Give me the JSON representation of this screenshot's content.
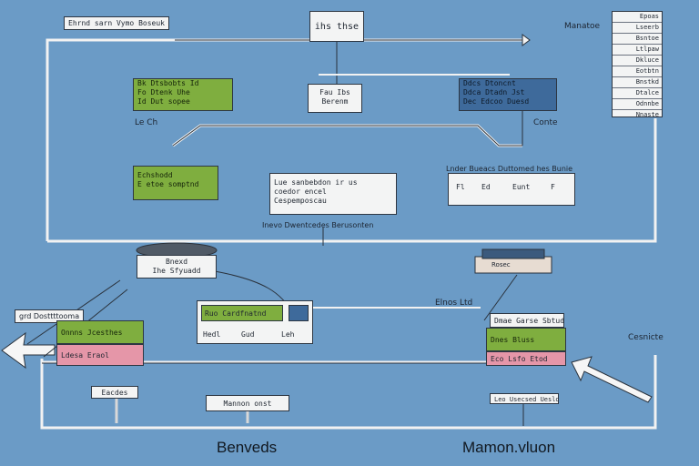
{
  "labels": {
    "top_left_tag": "Ehrnd sarn Vymo Boseuk",
    "top_center_box": "ihs thse",
    "top_right": "Manatoe",
    "left_mid": "Le Ch",
    "right_mid": "Conte",
    "center_small_box": "Fau Ibs",
    "center_sub": "Berenm",
    "bottom_caption_mid": "Inevo Dwentcedes Berusonten",
    "right_node": "Rosec",
    "mid_right_label": "Elnos Ltd",
    "far_right": "Cesnicte",
    "left_tag_bottom": "grd Dosttttooma",
    "lower_left_box": "Eacdes",
    "lower_center_box": "Mannon onst",
    "lower_right_box": "Leo Usecsed Ueslor",
    "caption_left": "Benveds",
    "caption_right": "Mamon.vluon"
  },
  "boxes": {
    "green_top": [
      "Bk Dtsbobts Id",
      "Fo Dtenk Uhe",
      "Id Dut sopee"
    ],
    "navy_top": [
      "Ddcs Dtoncnt",
      "Ddca Dtadn Jst",
      "Dec Edcoo Duesd"
    ],
    "green_mid": [
      "Echshodd",
      "E etoe somptnd"
    ],
    "white_center": [
      "Lue sanbebdon ir us",
      "coedor encel",
      "Cespemposcau"
    ],
    "table_top_text": "Lnder Bueacs Duttomed hes Bunie",
    "table_row": [
      "Fl",
      "Ed",
      "Eunt",
      "F"
    ],
    "db_node": [
      "Bnexd",
      "Ihe Sfyuadd"
    ],
    "center_green_bar": "Ruo Cardfnatnd",
    "center_row": [
      "Hedl",
      "Gud",
      "Leh"
    ],
    "left_green": "Onnns Jcesthes",
    "left_pink": "Ldesa Eraol",
    "right_white": "Dmae Garse Sbtude",
    "right_green": "Dnes Bluss",
    "right_pink": "Eco Lsfo Etod"
  },
  "ledger": [
    "Epoas",
    "Lseerb",
    "Bsntoe",
    "Ltlpaw",
    "Dkluce",
    "Eotbtn",
    "Bnstkd",
    "Dtalce",
    "Odnnbe",
    "Nnaste"
  ]
}
